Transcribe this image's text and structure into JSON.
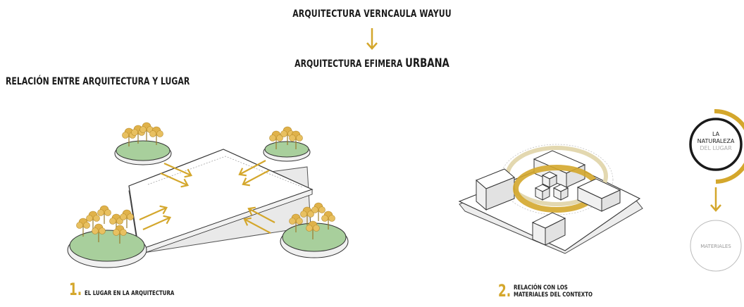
{
  "header": {
    "title": "ARQUITECTURA VERNCAULA WAYUU",
    "subtitle_prefix": "ARQUITECTURA EFIMERA ",
    "subtitle_emphasis": "URBANA"
  },
  "section": {
    "title": "RELACIÓN ENTRE ARQUITECTURA Y LUGAR"
  },
  "captions": [
    {
      "number": "1.",
      "line1": "EL LUGAR EN LA ARQUITECTURA",
      "line2": ""
    },
    {
      "number": "2.",
      "line1": "RELACIÓN CON LOS",
      "line2": "MATERIALES DEL CONTEXTO"
    }
  ],
  "flow": {
    "nature_line1": "LA",
    "nature_line2": "NATURALEZA",
    "nature_line3": "DEL LUGAR",
    "materials": "MATERIALES"
  },
  "colors": {
    "accent": "#d4a72c",
    "green": "#a8cf9c",
    "outline": "#333333"
  },
  "icons": [
    "arrow-down-icon",
    "tree-icon",
    "cube-icon"
  ]
}
